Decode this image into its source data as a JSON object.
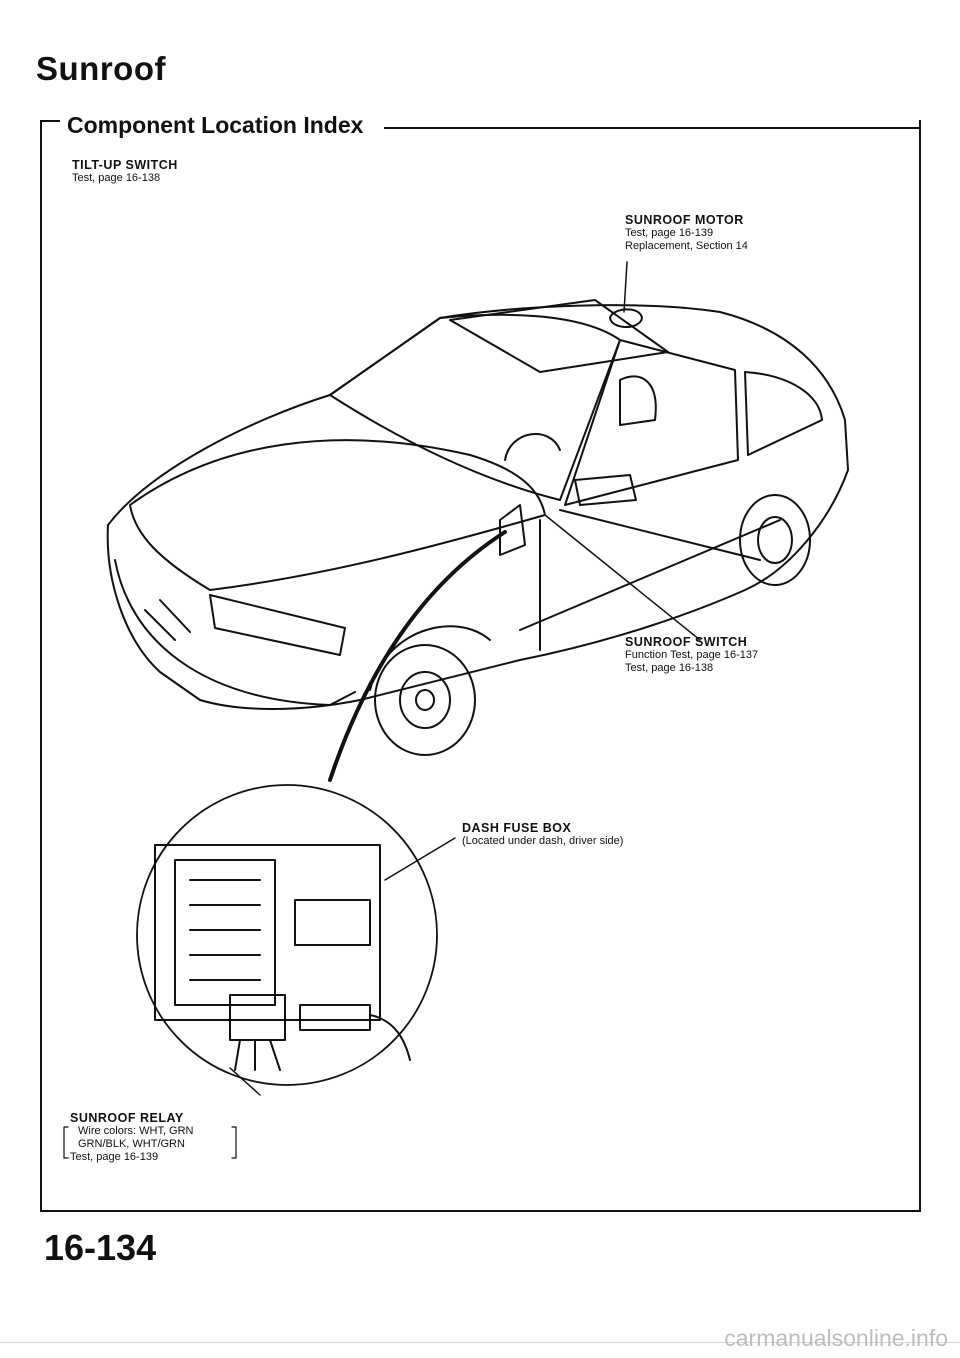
{
  "page": {
    "title": "Sunroof",
    "subtitle": "Component Location Index",
    "page_number": "16-134",
    "watermark": "carmanualsonline.info"
  },
  "labels": {
    "tilt_up_switch": {
      "head": "TILT-UP SWITCH",
      "line1": "Test, page 16-138"
    },
    "sunroof_motor": {
      "head": "SUNROOF MOTOR",
      "line1": "Test, page 16-139",
      "line2": "Replacement, Section 14"
    },
    "sunroof_switch": {
      "head": "SUNROOF SWITCH",
      "line1": "Function Test, page 16-137",
      "line2": "Test, page 16-138"
    },
    "dash_fuse_box": {
      "head": "DASH FUSE BOX",
      "line1": "(Located under dash, driver side)"
    },
    "sunroof_relay": {
      "head": "SUNROOF RELAY",
      "line1": "Wire colors: WHT, GRN",
      "line2": "GRN/BLK, WHT/GRN",
      "line3": "Test, page 16-139"
    }
  }
}
